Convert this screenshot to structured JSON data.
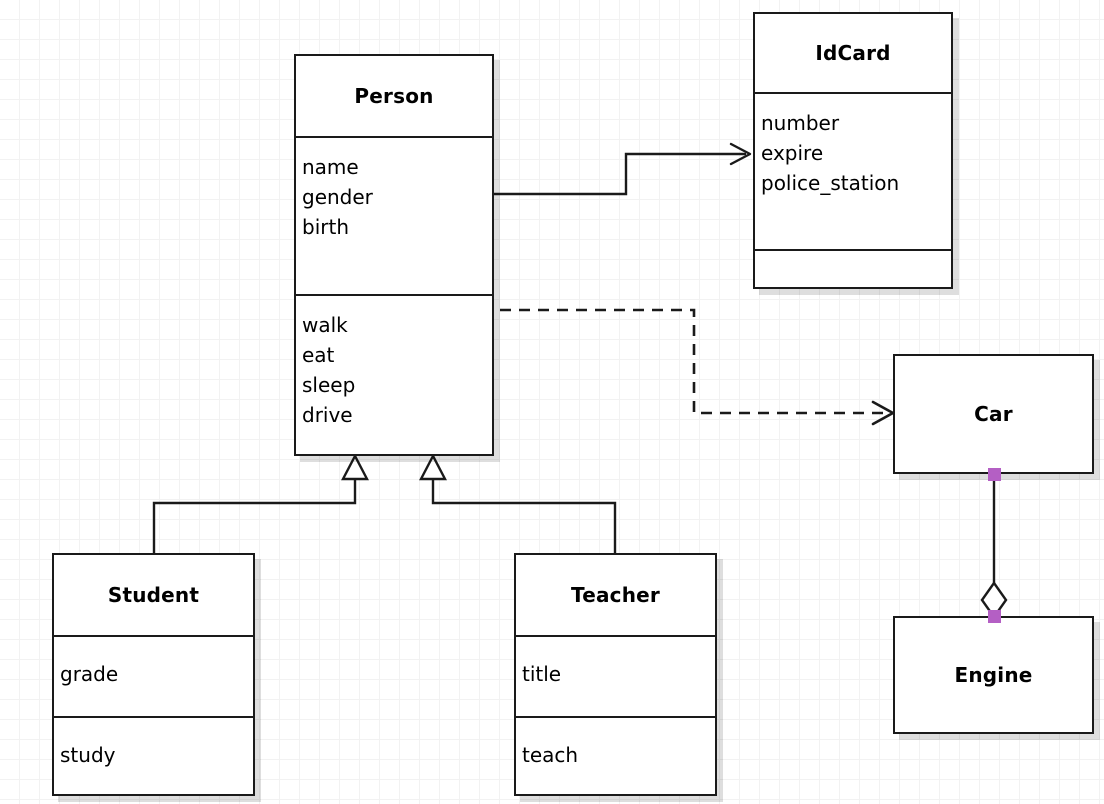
{
  "diagram": {
    "type": "uml-class-diagram",
    "background": "#ffffff",
    "grid_color": "#f2f2f2",
    "line_color": "#1a1a1a",
    "handle_color": "#b45fc4"
  },
  "classes": {
    "person": {
      "name": "Person",
      "attributes": [
        "name",
        "gender",
        "birth"
      ],
      "operations": [
        "walk",
        "eat",
        "sleep",
        "drive"
      ]
    },
    "idcard": {
      "name": "IdCard",
      "attributes": [
        "number",
        "expire",
        "police_station"
      ],
      "operations": []
    },
    "car": {
      "name": "Car",
      "attributes": [],
      "operations": []
    },
    "engine": {
      "name": "Engine",
      "attributes": [],
      "operations": []
    },
    "student": {
      "name": "Student",
      "attribute": "grade",
      "operation": "study"
    },
    "teacher": {
      "name": "Teacher",
      "attribute": "title",
      "operation": "teach"
    }
  },
  "relationships": [
    {
      "id": "person-idcard",
      "kind": "association",
      "from": "Person",
      "to": "IdCard",
      "line": "solid",
      "arrow": "open"
    },
    {
      "id": "person-car",
      "kind": "dependency",
      "from": "Person",
      "to": "Car",
      "line": "dashed",
      "arrow": "open"
    },
    {
      "id": "student-person",
      "kind": "generalization",
      "from": "Student",
      "to": "Person",
      "line": "solid",
      "arrow": "hollow-triangle"
    },
    {
      "id": "teacher-person",
      "kind": "generalization",
      "from": "Teacher",
      "to": "Person",
      "line": "solid",
      "arrow": "hollow-triangle"
    },
    {
      "id": "car-engine",
      "kind": "aggregation",
      "from": "Car",
      "to": "Engine",
      "line": "solid",
      "arrow": "hollow-diamond"
    }
  ]
}
